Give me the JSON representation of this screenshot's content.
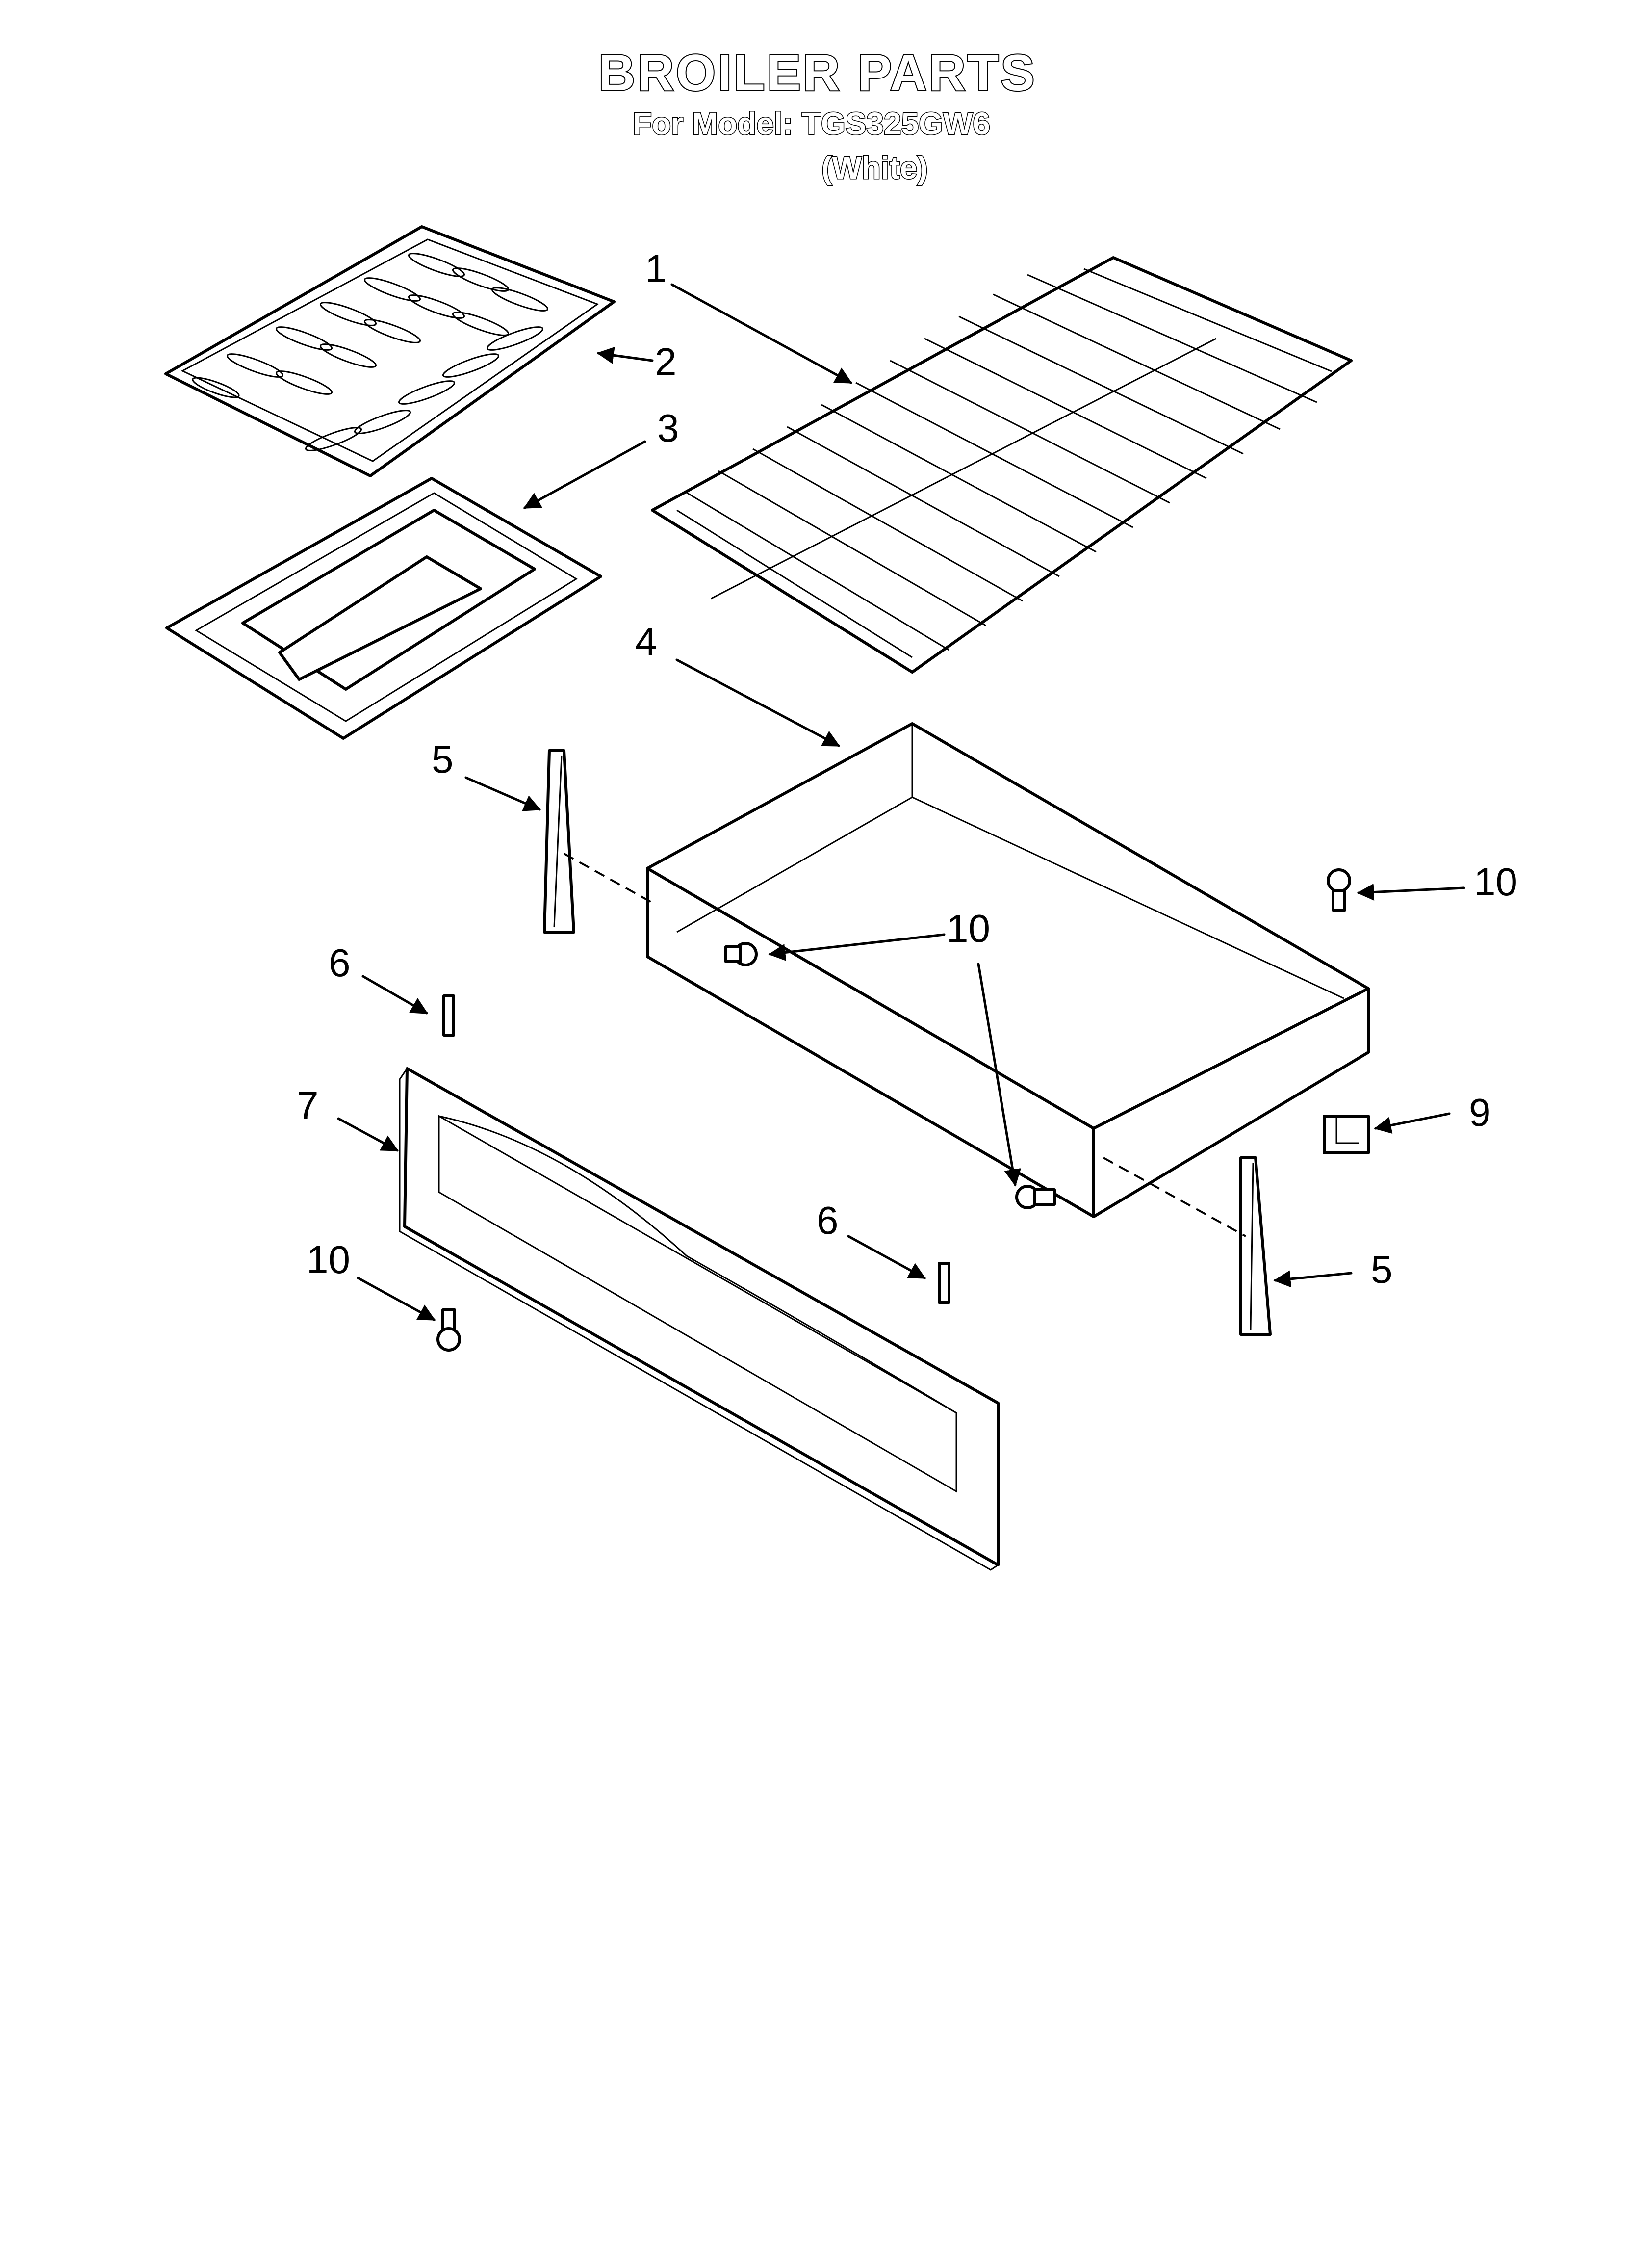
{
  "header": {
    "title": "BROILER PARTS",
    "model_line": "For Model: TGS325GW6",
    "variant": "(White)"
  },
  "callouts": {
    "c1": "1",
    "c2": "2",
    "c3": "3",
    "c4": "4",
    "c5a": "5",
    "c5b": "5",
    "c6a": "6",
    "c6b": "6",
    "c7": "7",
    "c9": "9",
    "c10a": "10",
    "c10b": "10",
    "c10c": "10",
    "c10d": "10"
  }
}
